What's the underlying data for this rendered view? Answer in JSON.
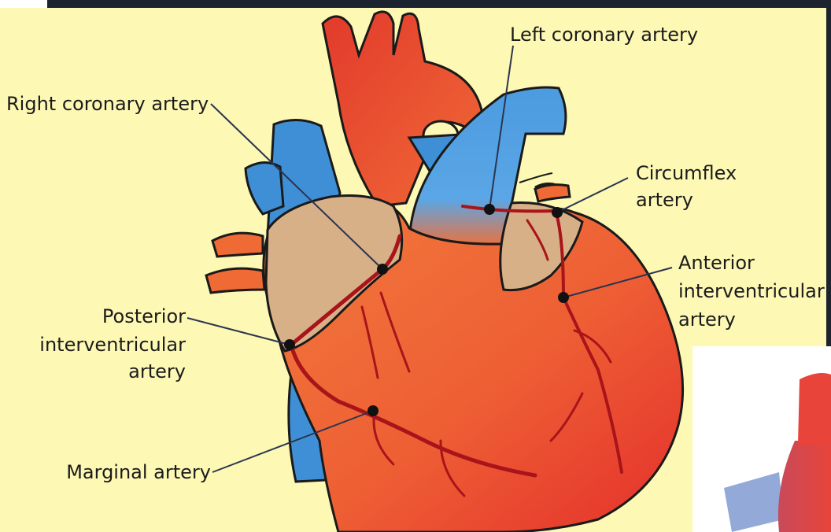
{
  "colors": {
    "background": "#fdf8b4",
    "top_bar": "#1c2430",
    "heart_red": "#e8442f",
    "heart_orange": "#f07038",
    "vein_blue": "#3f8fd6",
    "atrium_tan": "#d8b088",
    "artery_dark": "#a8141a",
    "leader_line": "#2a3550"
  },
  "labels": {
    "left_coronary": "Left coronary artery",
    "right_coronary": "Right coronary artery",
    "circumflex_l1": "Circumflex",
    "circumflex_l2": "artery",
    "anterior_l1": "Anterior",
    "anterior_l2": "interventricular",
    "anterior_l3": "artery",
    "posterior_l1": "Posterior",
    "posterior_l2": "interventricular",
    "posterior_l3": "artery",
    "marginal": "Marginal artery"
  }
}
